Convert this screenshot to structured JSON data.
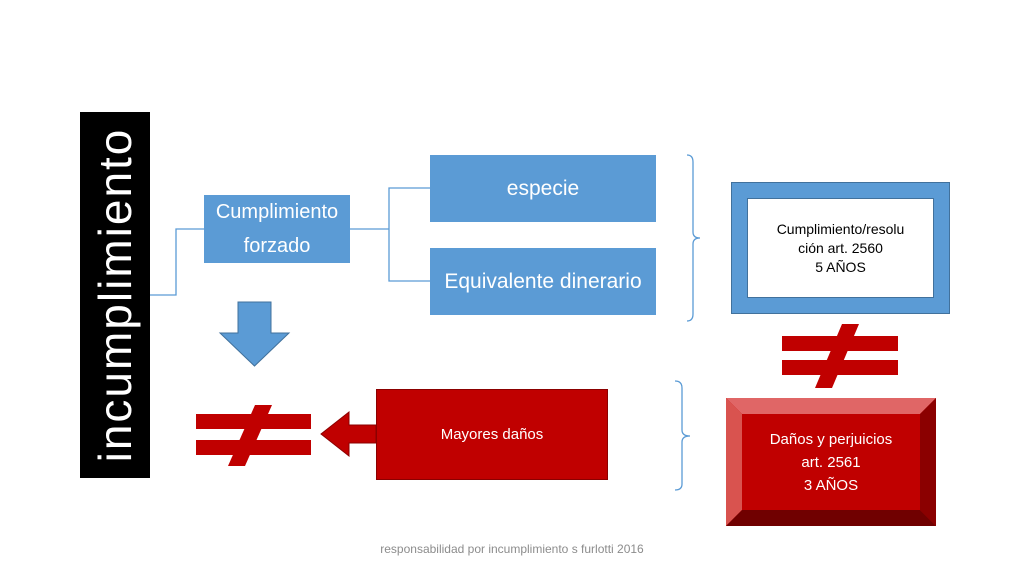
{
  "title": "incumplimiento",
  "forced": {
    "line1": "Cumplimiento",
    "line2": "forzado"
  },
  "options": {
    "especie": "especie",
    "equivalente": "Equivalente dinerario"
  },
  "resolucion": {
    "line1": "Cumplimiento/resolu",
    "line2": "ción art. 2560",
    "line3": "5 AÑOS"
  },
  "mayores": {
    "label": "Mayores daños"
  },
  "danos": {
    "line1": "Daños y perjuicios",
    "line2": "art. 2561",
    "line3": "3 AÑOS"
  },
  "footer": {
    "text": "responsabilidad por incumplimiento s furlotti 2016"
  },
  "colors": {
    "blue": "#5b9bd5",
    "red": "#c00000",
    "black": "#000000",
    "white": "#ffffff"
  }
}
